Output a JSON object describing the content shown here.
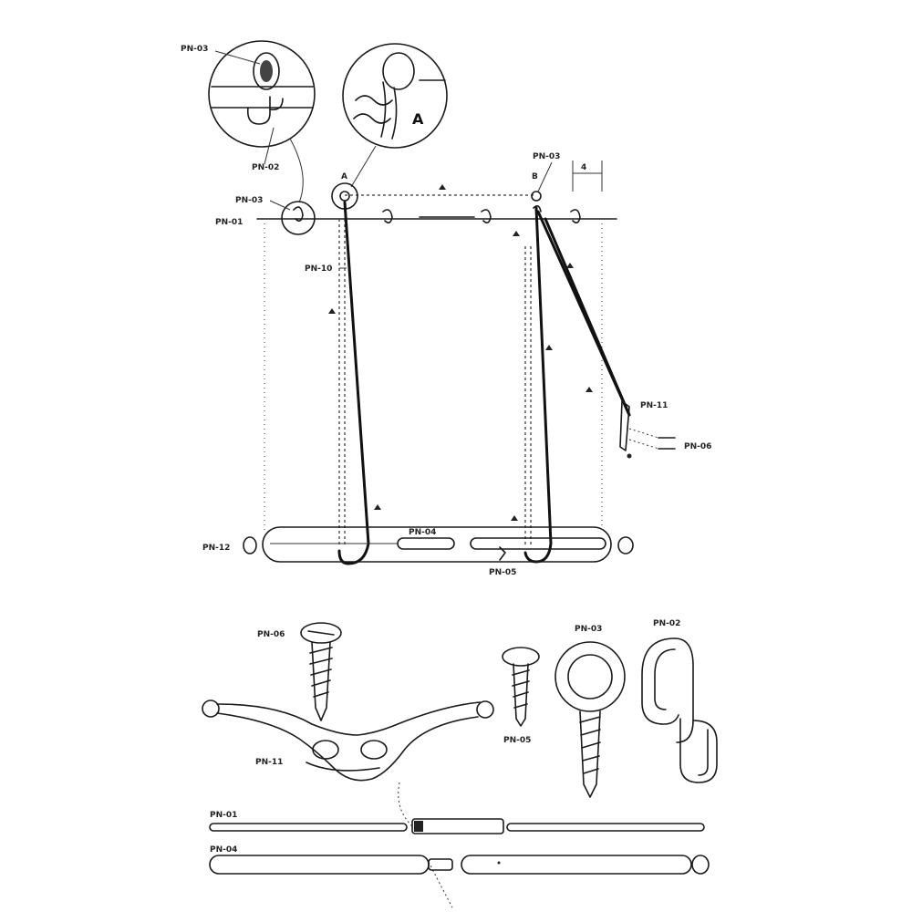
{
  "labels": {
    "pn03_detail": "PN-03",
    "pn02_detail": "PN-02",
    "pn03_rod": "PN-03",
    "pn01_rod": "PN-01",
    "pn10": "PN-10",
    "pn03_right": "PN-03",
    "pn11_top": "PN-11",
    "pn06_top": "PN-06",
    "pn04_bottom": "PN-04",
    "pn12": "PN-12",
    "pn05_bottom": "PN-05",
    "pn06_part": "PN-06",
    "pn03_part": "PN-03",
    "pn02_part": "PN-02",
    "pn11_part": "PN-11",
    "pn05_part": "PN-05",
    "pn01_part": "PN-01",
    "pn04_part": "PN-04"
  },
  "callouts": {
    "a_detail": "A",
    "a_marker": "A",
    "b_marker": "B",
    "dim_4": "4"
  }
}
